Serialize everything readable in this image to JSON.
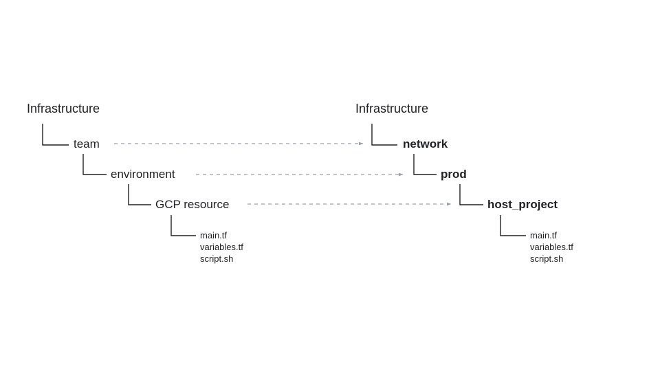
{
  "diagram": {
    "background_color": "#ffffff",
    "text_color": "#202124",
    "connector_color": "#202124",
    "arrow_color": "#9aa0a6",
    "left_tree": {
      "root": "Infrastructure",
      "level1": "team",
      "level2": "environment",
      "level3": "GCP resource",
      "files": [
        "main.tf",
        "variables.tf",
        "script.sh"
      ]
    },
    "right_tree": {
      "root": "Infrastructure",
      "level1": "network",
      "level2": "prod",
      "level3": "host_project",
      "files": [
        "main.tf",
        "variables.tf",
        "script.sh"
      ]
    },
    "mappings": [
      {
        "from": "team",
        "to": "network"
      },
      {
        "from": "environment",
        "to": "prod"
      },
      {
        "from": "GCP resource",
        "to": "host_project"
      }
    ]
  }
}
